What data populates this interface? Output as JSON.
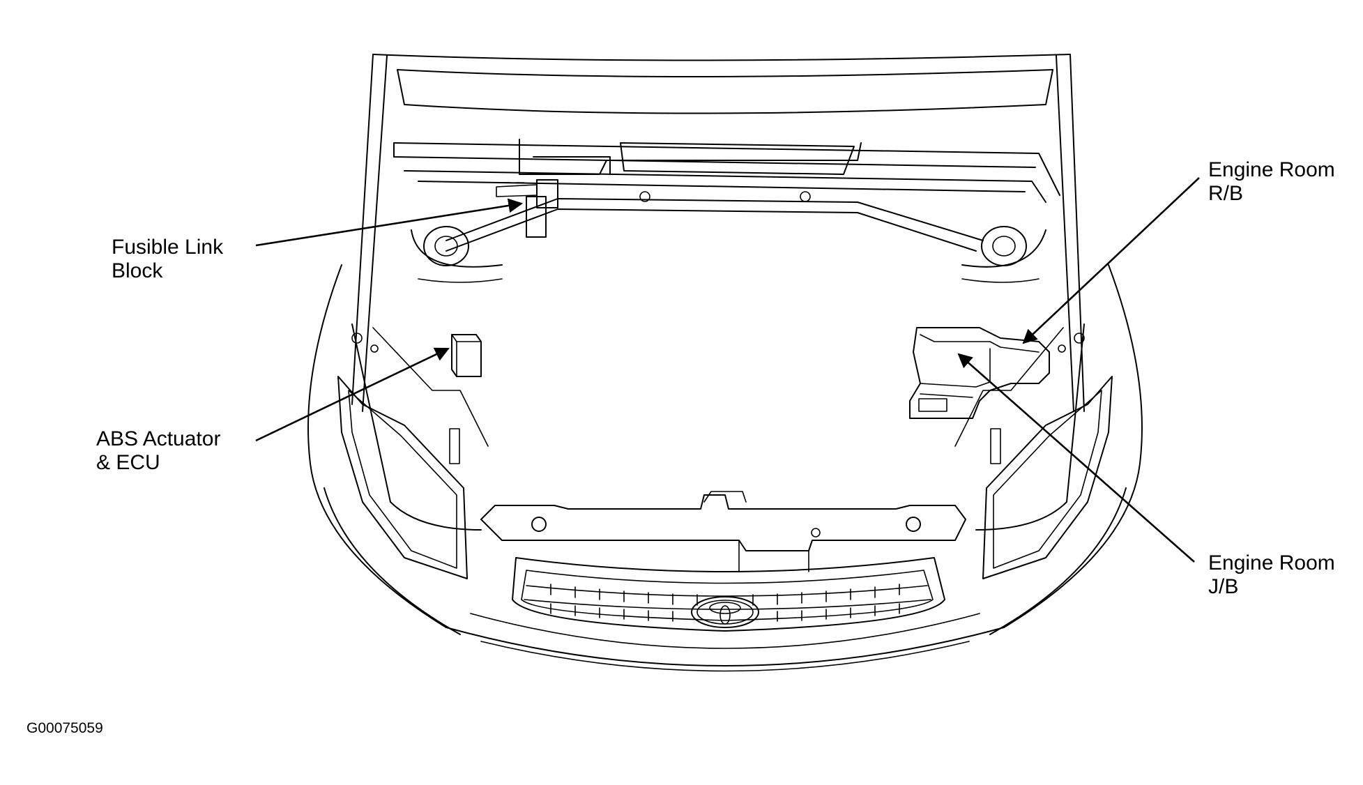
{
  "labels": {
    "fusible_link_block": [
      "Fusible Link",
      "Block"
    ],
    "abs_actuator_ecu": [
      "ABS Actuator",
      "& ECU"
    ],
    "engine_room_rb": [
      "Engine Room",
      "R/B"
    ],
    "engine_room_jb": [
      "Engine Room",
      "J/B"
    ]
  },
  "figure_code": "G00075059"
}
